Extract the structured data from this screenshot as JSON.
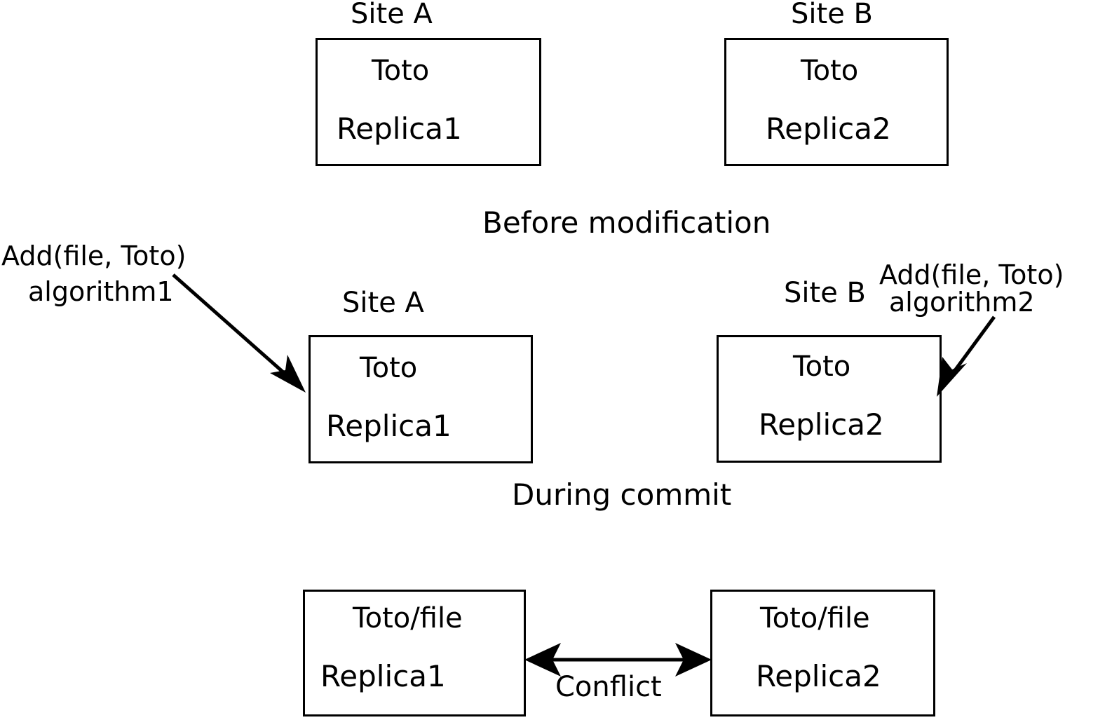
{
  "diagram": {
    "title_absent": true,
    "sections": [
      {
        "id": "before",
        "caption": "Before modification",
        "boxes": [
          {
            "site_label": "Site A",
            "line1": "Toto",
            "line2": "Replica1"
          },
          {
            "site_label": "Site B",
            "line1": "Toto",
            "line2": "Replica2"
          }
        ]
      },
      {
        "id": "during",
        "caption": "During commit",
        "boxes": [
          {
            "site_label": "Site A",
            "line1": "Toto",
            "line2": "Replica1"
          },
          {
            "site_label": "Site B",
            "line1": "Toto",
            "line2": "Replica2"
          }
        ],
        "annotations": [
          {
            "line1": "Add(file, Toto)",
            "line2": "algorithm1"
          },
          {
            "line1": "Add(file, Toto)",
            "line2": "algorithm2"
          }
        ]
      },
      {
        "id": "after",
        "caption": "",
        "boxes": [
          {
            "site_label": "",
            "line1": "Toto/file",
            "line2": "Replica1"
          },
          {
            "site_label": "",
            "line1": "Toto/file",
            "line2": "Replica2"
          }
        ],
        "conflict_label": "Conflict"
      }
    ],
    "colors": {
      "stroke": "#000000",
      "background": "#ffffff",
      "text": "#000000"
    }
  }
}
